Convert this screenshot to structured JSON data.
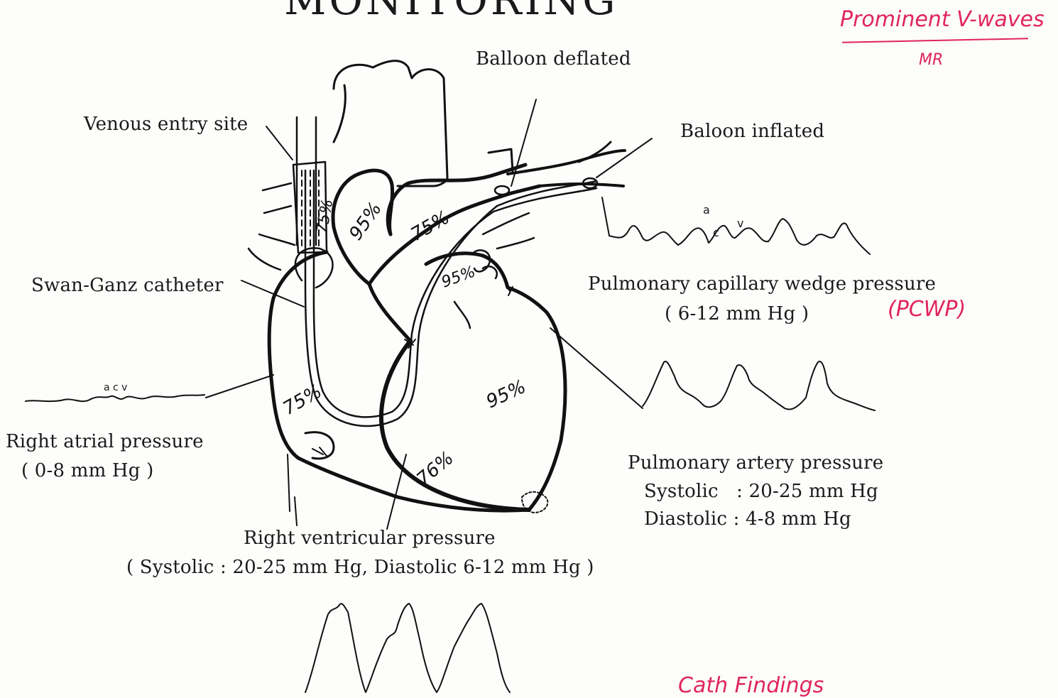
{
  "top_title_fragment": "MONITORING",
  "annotations": {
    "prominent": "Prominent V-waves",
    "mr": "MR",
    "pcwp": "(PCWP)",
    "cath": "Cath Findings"
  },
  "labels": {
    "balloon_deflated": "Balloon deflated",
    "balloon_inflated": "Baloon inflated",
    "venous_entry": "Venous entry site",
    "swan_ganz": "Swan-Ganz catheter",
    "pcwp_title": "Pulmonary capillary wedge pressure",
    "pcwp_range": "( 6-12 mm Hg )",
    "ra_title": "Right atrial pressure",
    "ra_range": "( 0-8 mm Hg )",
    "pa_title": "Pulmonary artery pressure",
    "pa_systolic": "Systolic   : 20-25 mm Hg",
    "pa_diastolic": "Diastolic : 4-8 mm Hg",
    "rv_title": "Right ventricular pressure",
    "rv_range": "( Systolic : 20-25 mm Hg, Diastolic 6-12 mm Hg )"
  },
  "waveform_letters": {
    "pcwp_a": "a",
    "pcwp_c": "c",
    "pcwp_v": "v",
    "ra_acv": "a c v"
  },
  "saturations": {
    "svc": "75%",
    "ra": "75%",
    "rv": "76%",
    "pa": "75%",
    "la": "95%",
    "lv": "95%",
    "aorta": "95%"
  }
}
